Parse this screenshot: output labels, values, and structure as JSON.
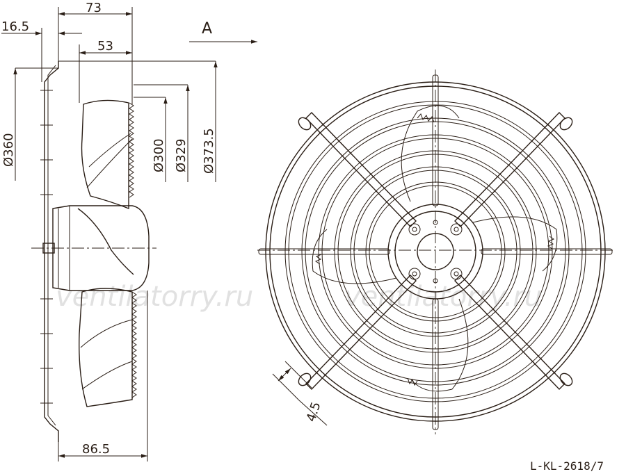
{
  "side_view": {
    "dims": {
      "d73": "73",
      "d16_5": "16.5",
      "d53": "53",
      "d86_5": "86.5",
      "dia360": "Ø360",
      "dia300": "Ø300",
      "dia329": "Ø329",
      "dia373_5": "Ø373.5"
    },
    "view_arrow_label": "A"
  },
  "front_view": {
    "dims": {
      "d4_5": "4.5"
    }
  },
  "watermark": {
    "left": "ventilatorry.ru",
    "right": "ventilatorry.ru"
  },
  "drawing_code": "L-KL-2618/7",
  "colors": {
    "ink": "#2a1e16",
    "background": "#ffffff",
    "watermark": "#c9c9c9"
  }
}
